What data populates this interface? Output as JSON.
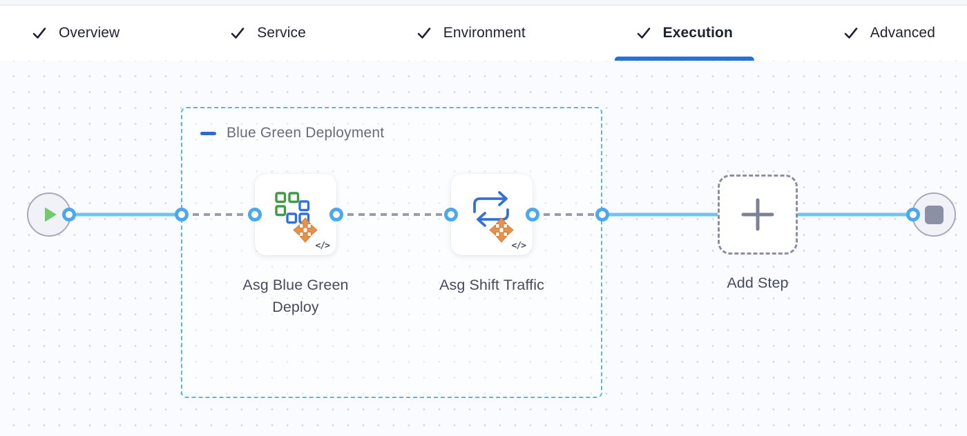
{
  "tabs": [
    {
      "label": "Overview",
      "checked": true,
      "active": false
    },
    {
      "label": "Service",
      "checked": true,
      "active": false
    },
    {
      "label": "Environment",
      "checked": true,
      "active": false
    },
    {
      "label": "Execution",
      "checked": true,
      "active": true
    },
    {
      "label": "Advanced",
      "checked": true,
      "active": false
    }
  ],
  "canvas": {
    "group": {
      "label": "Blue Green Deployment"
    },
    "steps": [
      {
        "label": "Asg Blue Green Deploy",
        "icon": "asg-blue-green-deploy-icon",
        "code_badge": "</>"
      },
      {
        "label": "Asg Shift Traffic",
        "icon": "asg-shift-traffic-icon",
        "code_badge": "</>"
      }
    ],
    "add_step": {
      "label": "Add Step"
    },
    "start_node": "play",
    "end_node": "stop"
  },
  "colors": {
    "active_tab_underline": "#2a6fd3",
    "group_border": "#57b8e6",
    "solid_connector": "#70c4f1",
    "dashed_connector": "#9a9db0",
    "port_ring": "#49a8ee",
    "play_green": "#74c96f",
    "stop_gray": "#8b90a4",
    "icon_blue": "#3470d6",
    "icon_green": "#3f9b43",
    "icon_orange": "#e8914a"
  }
}
